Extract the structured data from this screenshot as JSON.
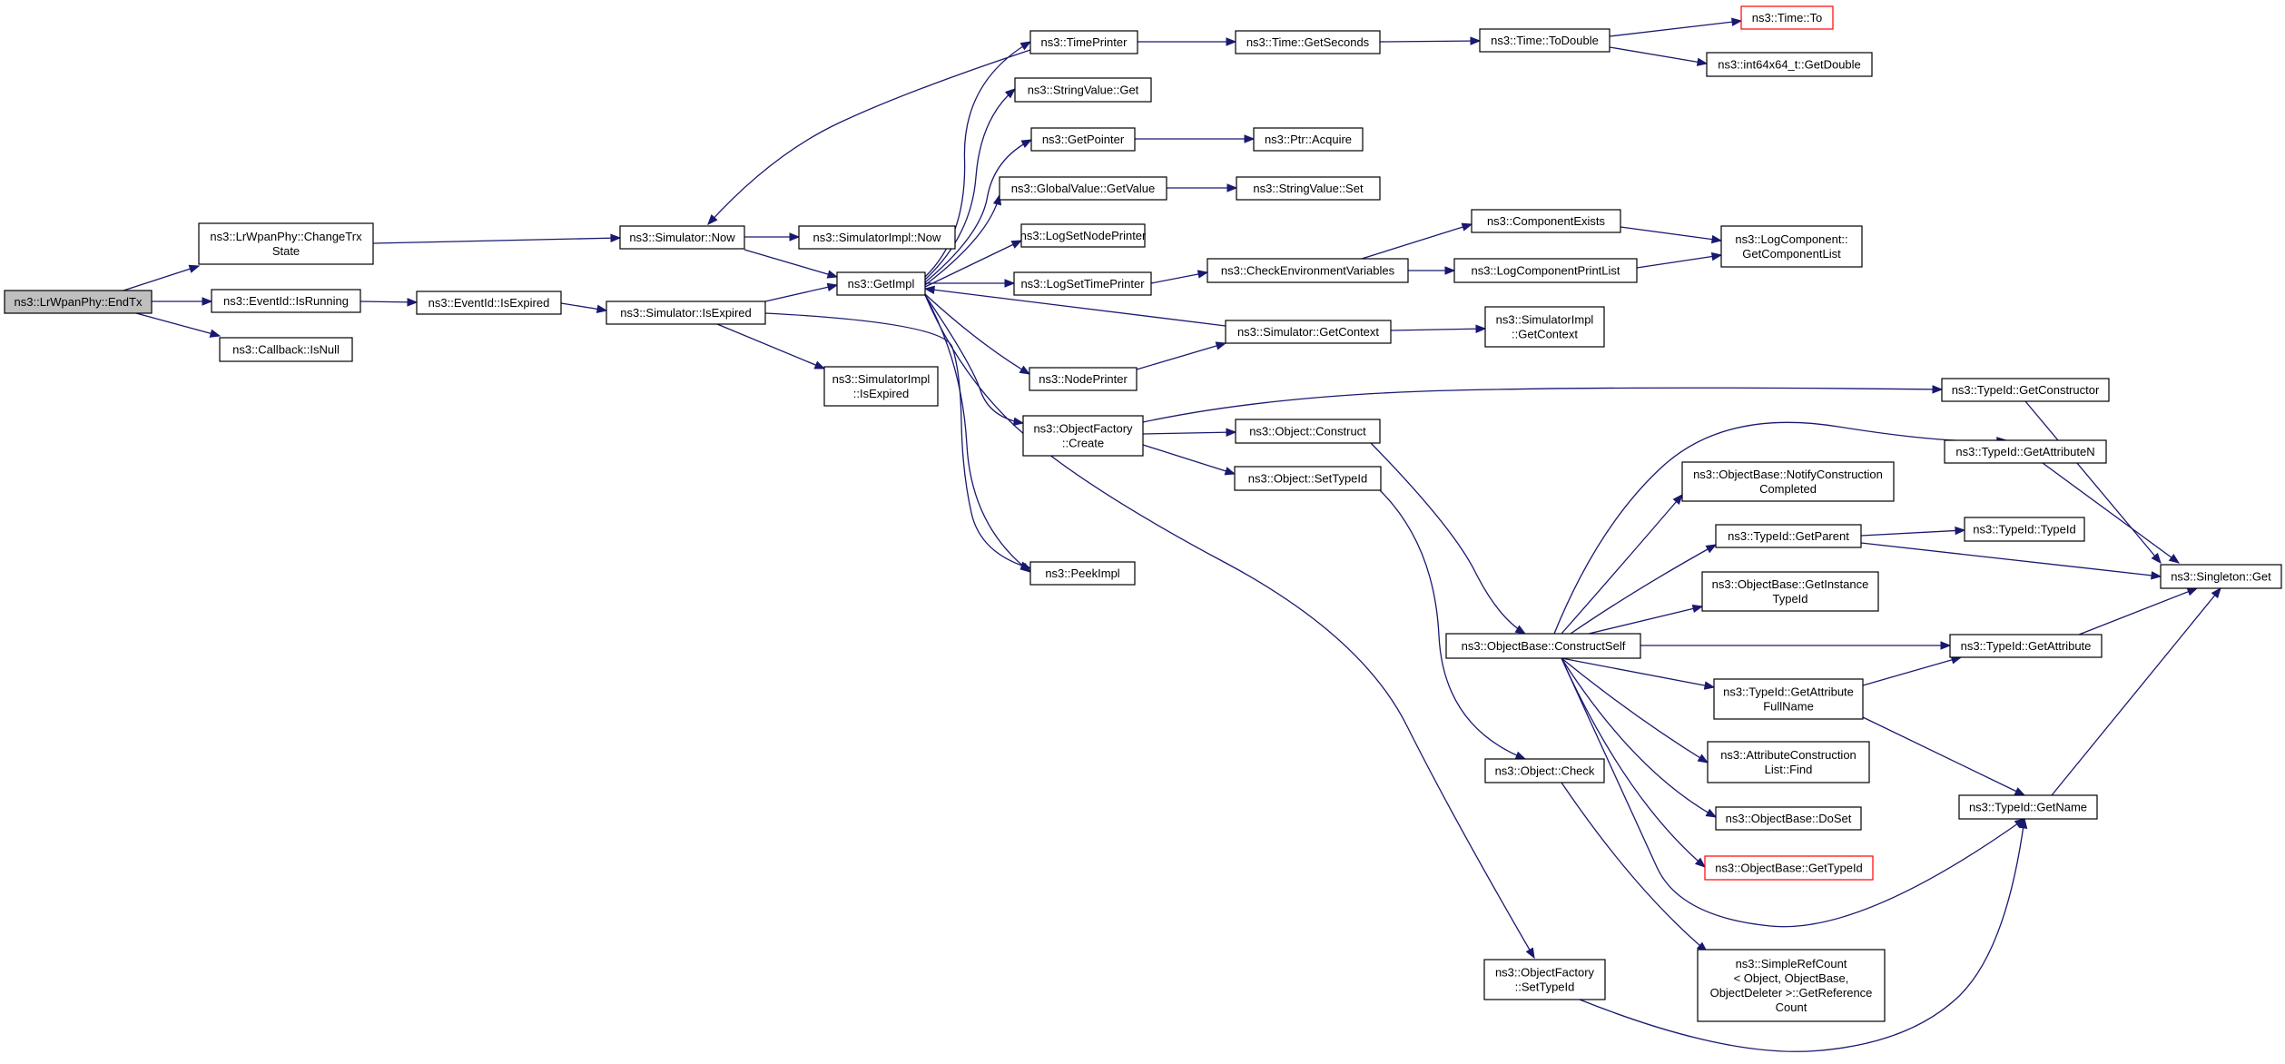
{
  "diagram": {
    "type": "call-graph",
    "colors": {
      "edge": "#191970",
      "root_fill": "#bfbfbf",
      "node_fill": "#ffffff",
      "node_border": "#000000",
      "truncated_border": "#ff0000"
    },
    "nodes": [
      {
        "id": "endtx",
        "lines": [
          "ns3::LrWpanPhy::EndTx"
        ],
        "root": true
      },
      {
        "id": "changetrx",
        "lines": [
          "ns3::LrWpanPhy::ChangeTrx",
          "State"
        ]
      },
      {
        "id": "isrunning",
        "lines": [
          "ns3::EventId::IsRunning"
        ]
      },
      {
        "id": "isnull",
        "lines": [
          "ns3::Callback::IsNull"
        ]
      },
      {
        "id": "simnow",
        "lines": [
          "ns3::Simulator::Now"
        ]
      },
      {
        "id": "eidexpired",
        "lines": [
          "ns3::EventId::IsExpired"
        ]
      },
      {
        "id": "simexpired",
        "lines": [
          "ns3::Simulator::IsExpired"
        ]
      },
      {
        "id": "simimplnow",
        "lines": [
          "ns3::SimulatorImpl::Now"
        ]
      },
      {
        "id": "simimplexpired",
        "lines": [
          "ns3::SimulatorImpl",
          "::IsExpired"
        ]
      },
      {
        "id": "getimpl",
        "lines": [
          "ns3::GetImpl"
        ]
      },
      {
        "id": "timeprinter",
        "lines": [
          "ns3::TimePrinter"
        ]
      },
      {
        "id": "strget",
        "lines": [
          "ns3::StringValue::Get"
        ]
      },
      {
        "id": "getpointer",
        "lines": [
          "ns3::GetPointer"
        ]
      },
      {
        "id": "gvgetvalue",
        "lines": [
          "ns3::GlobalValue::GetValue"
        ]
      },
      {
        "id": "logsetnode",
        "lines": [
          "ns3::LogSetNodePrinter"
        ]
      },
      {
        "id": "logsettime",
        "lines": [
          "ns3::LogSetTimePrinter"
        ]
      },
      {
        "id": "nodeprinter",
        "lines": [
          "ns3::NodePrinter"
        ]
      },
      {
        "id": "ofcreate",
        "lines": [
          "ns3::ObjectFactory",
          "::Create"
        ]
      },
      {
        "id": "peekimpl",
        "lines": [
          "ns3::PeekImpl"
        ]
      },
      {
        "id": "getseconds",
        "lines": [
          "ns3::Time::GetSeconds"
        ]
      },
      {
        "id": "todouble",
        "lines": [
          "ns3::Time::ToDouble"
        ]
      },
      {
        "id": "timeto",
        "lines": [
          "ns3::Time::To"
        ],
        "truncated": true
      },
      {
        "id": "int64getdouble",
        "lines": [
          "ns3::int64x64_t::GetDouble"
        ]
      },
      {
        "id": "ptracquire",
        "lines": [
          "ns3::Ptr::Acquire"
        ]
      },
      {
        "id": "strset",
        "lines": [
          "ns3::StringValue::Set"
        ]
      },
      {
        "id": "checkenv",
        "lines": [
          "ns3::CheckEnvironmentVariables"
        ]
      },
      {
        "id": "compexists",
        "lines": [
          "ns3::ComponentExists"
        ]
      },
      {
        "id": "logcompprint",
        "lines": [
          "ns3::LogComponentPrintList"
        ]
      },
      {
        "id": "logcompget",
        "lines": [
          "ns3::LogComponent::",
          "GetComponentList"
        ]
      },
      {
        "id": "simgetcontext",
        "lines": [
          "ns3::Simulator::GetContext"
        ]
      },
      {
        "id": "simimplgetcontext",
        "lines": [
          "ns3::SimulatorImpl",
          "::GetContext"
        ]
      },
      {
        "id": "objconstruct",
        "lines": [
          "ns3::Object::Construct"
        ]
      },
      {
        "id": "objsettypeid",
        "lines": [
          "ns3::Object::SetTypeId"
        ]
      },
      {
        "id": "typeidgetconstructor",
        "lines": [
          "ns3::TypeId::GetConstructor"
        ]
      },
      {
        "id": "typeidgetattributen",
        "lines": [
          "ns3::TypeId::GetAttributeN"
        ]
      },
      {
        "id": "obnotify",
        "lines": [
          "ns3::ObjectBase::NotifyConstruction",
          "Completed"
        ]
      },
      {
        "id": "typeidgetparent",
        "lines": [
          "ns3::TypeId::GetParent"
        ]
      },
      {
        "id": "typeidtypeid",
        "lines": [
          "ns3::TypeId::TypeId"
        ]
      },
      {
        "id": "singletonget",
        "lines": [
          "ns3::Singleton::Get"
        ]
      },
      {
        "id": "obgetinstance",
        "lines": [
          "ns3::ObjectBase::GetInstance",
          "TypeId"
        ]
      },
      {
        "id": "obconstructself",
        "lines": [
          "ns3::ObjectBase::ConstructSelf"
        ]
      },
      {
        "id": "typeidgetattribute",
        "lines": [
          "ns3::TypeId::GetAttribute"
        ]
      },
      {
        "id": "typeidgetattrfull",
        "lines": [
          "ns3::TypeId::GetAttribute",
          "FullName"
        ]
      },
      {
        "id": "attrconstfind",
        "lines": [
          "ns3::AttributeConstruction",
          "List::Find"
        ]
      },
      {
        "id": "obdoset",
        "lines": [
          "ns3::ObjectBase::DoSet"
        ]
      },
      {
        "id": "obgettypeid",
        "lines": [
          "ns3::ObjectBase::GetTypeId"
        ],
        "truncated": true
      },
      {
        "id": "typeidgetname",
        "lines": [
          "ns3::TypeId::GetName"
        ]
      },
      {
        "id": "objcheck",
        "lines": [
          "ns3::Object::Check"
        ]
      },
      {
        "id": "simplerefcount",
        "lines": [
          "ns3::SimpleRefCount",
          "< Object, ObjectBase,",
          "ObjectDeleter >::GetReference",
          "Count"
        ]
      },
      {
        "id": "ofsettypeid",
        "lines": [
          "ns3::ObjectFactory",
          "::SetTypeId"
        ]
      }
    ]
  }
}
